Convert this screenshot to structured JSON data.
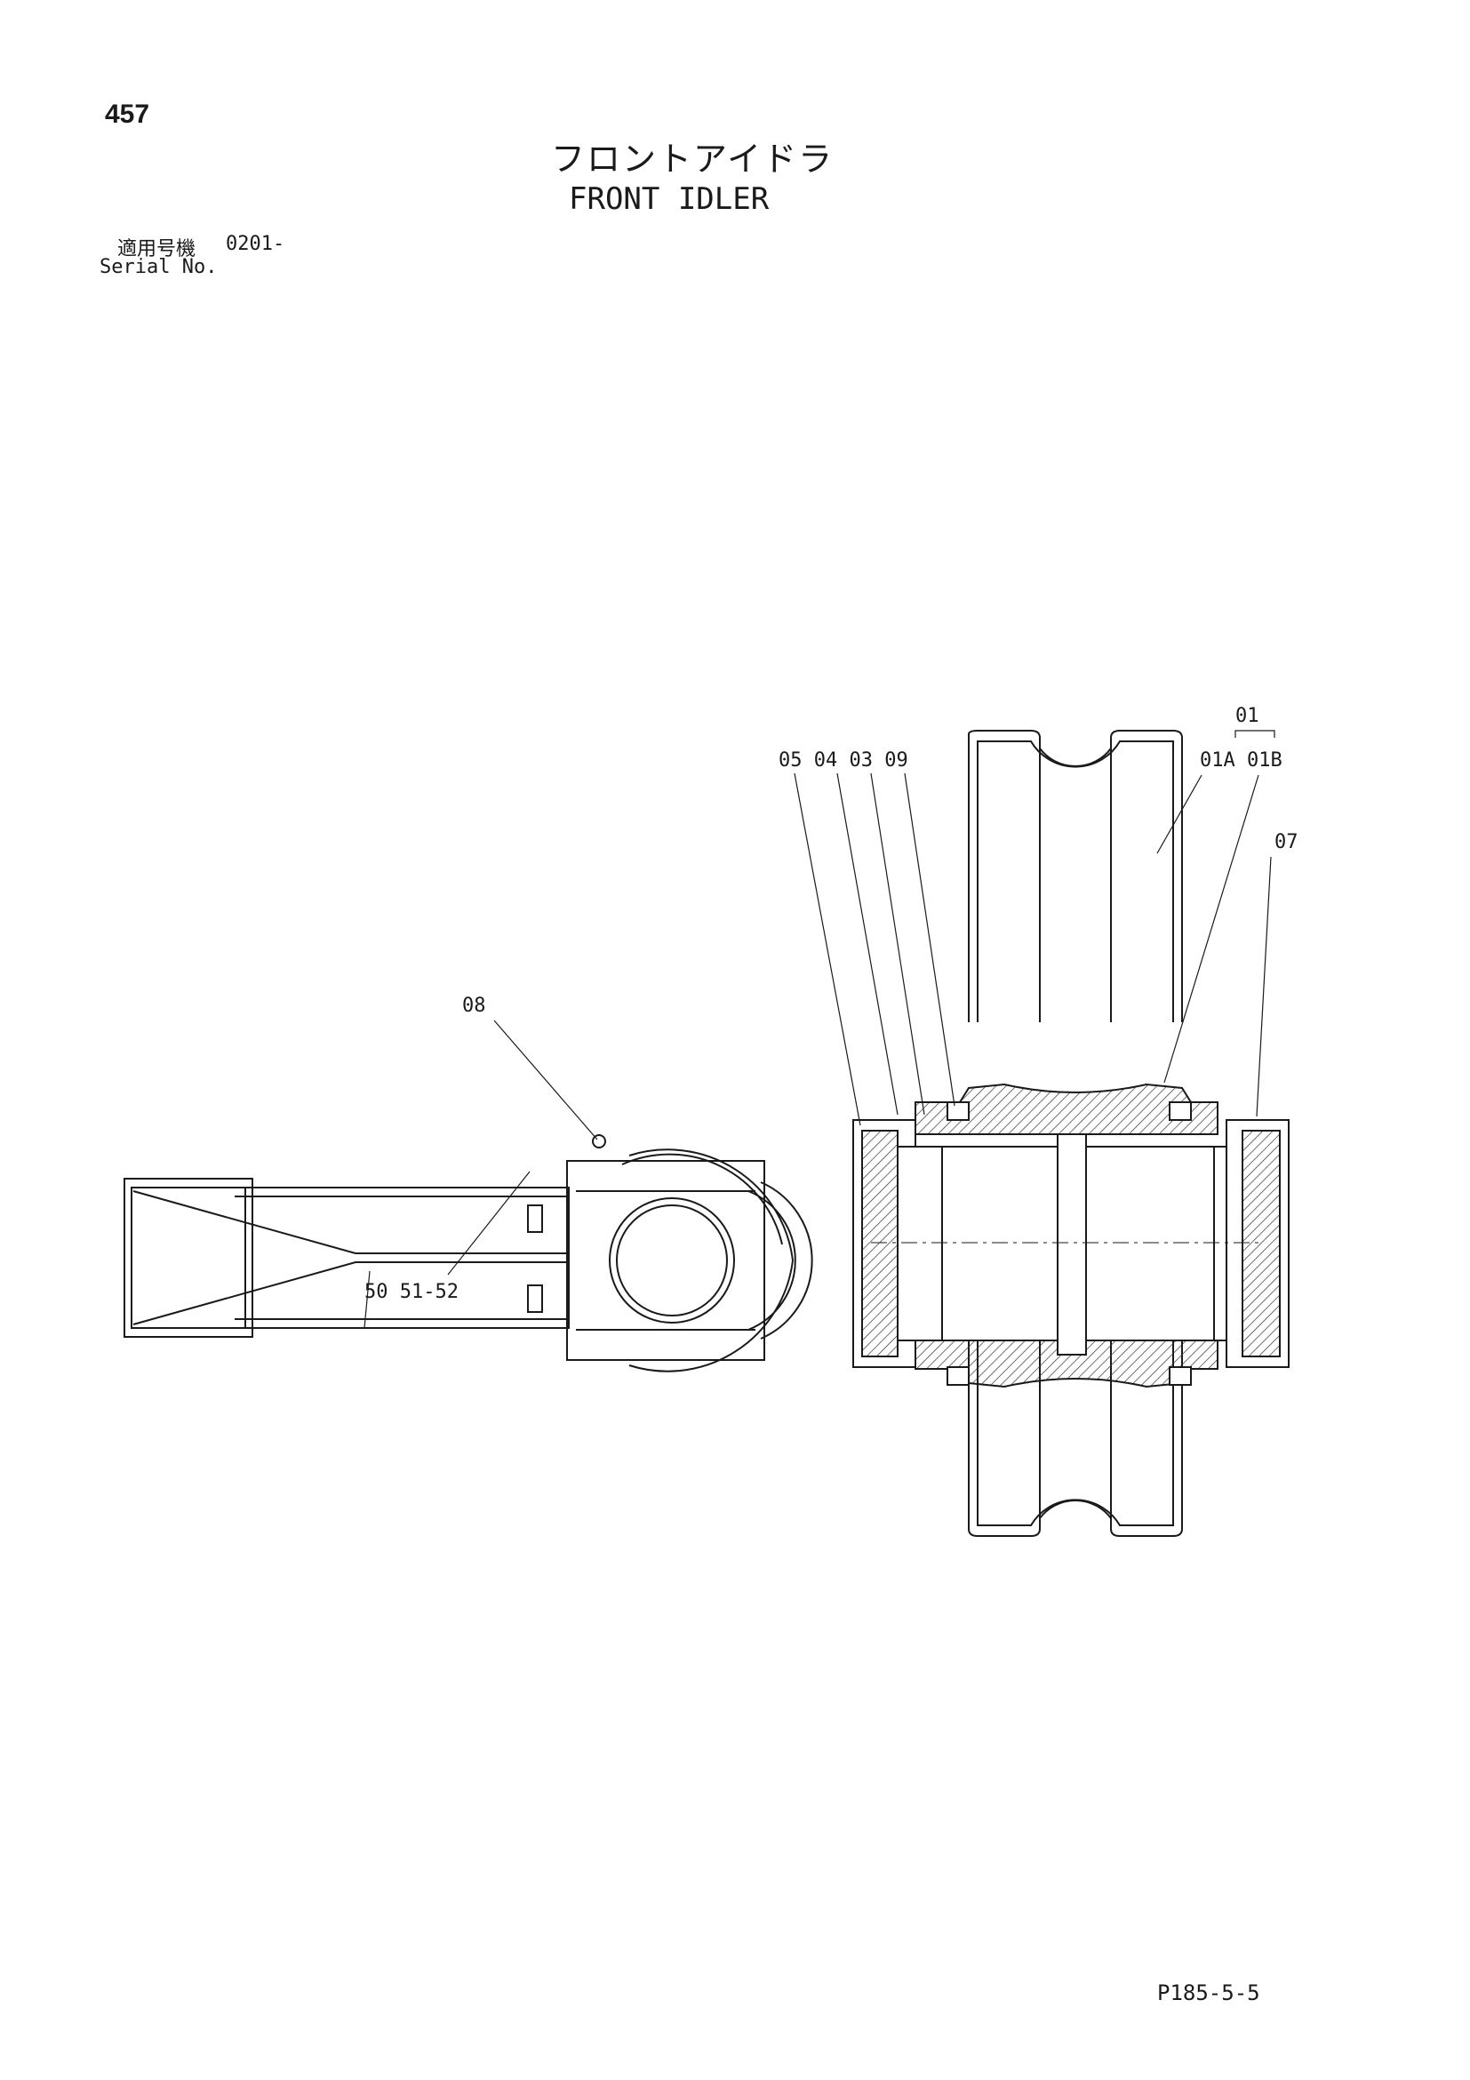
{
  "page_number": "457",
  "title_jp": "フロントアイドラ",
  "title_en": "FRONT IDLER",
  "serial": {
    "label_jp": "適用号機",
    "range": "0201-",
    "label_en": "Serial No."
  },
  "callouts": {
    "c01": "01",
    "c01a_01b": "01A 01B",
    "c05_09": "05  04 03 09",
    "c07": "07",
    "c08": "08",
    "c50_52": "50  51-52"
  },
  "drawing_code": "P185-5-5"
}
